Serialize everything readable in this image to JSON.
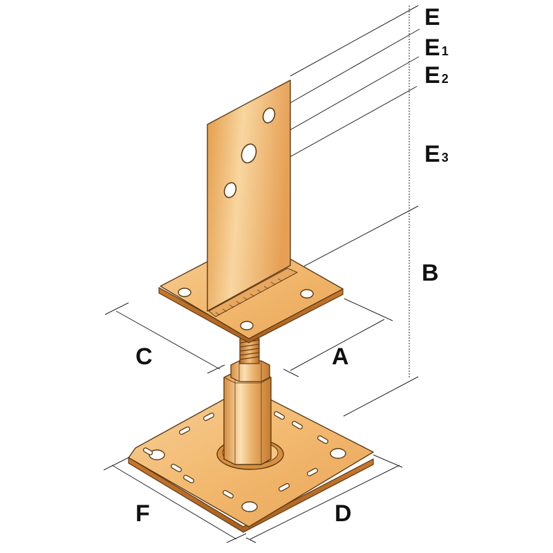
{
  "labels": {
    "e": {
      "main": "E",
      "sub": ""
    },
    "e1": {
      "main": "E",
      "sub": "1"
    },
    "e2": {
      "main": "E",
      "sub": "2"
    },
    "e3": {
      "main": "E",
      "sub": "3"
    },
    "b": {
      "main": "B",
      "sub": ""
    },
    "a": {
      "main": "A",
      "sub": ""
    },
    "c": {
      "main": "C",
      "sub": ""
    },
    "d": {
      "main": "D",
      "sub": ""
    },
    "f": {
      "main": "F",
      "sub": ""
    }
  },
  "colors": {
    "metal_light": "#f6c98a",
    "metal_mid": "#e8a24e",
    "metal_dark": "#c8782a",
    "outline": "#5a3a16",
    "line": "#222222"
  }
}
